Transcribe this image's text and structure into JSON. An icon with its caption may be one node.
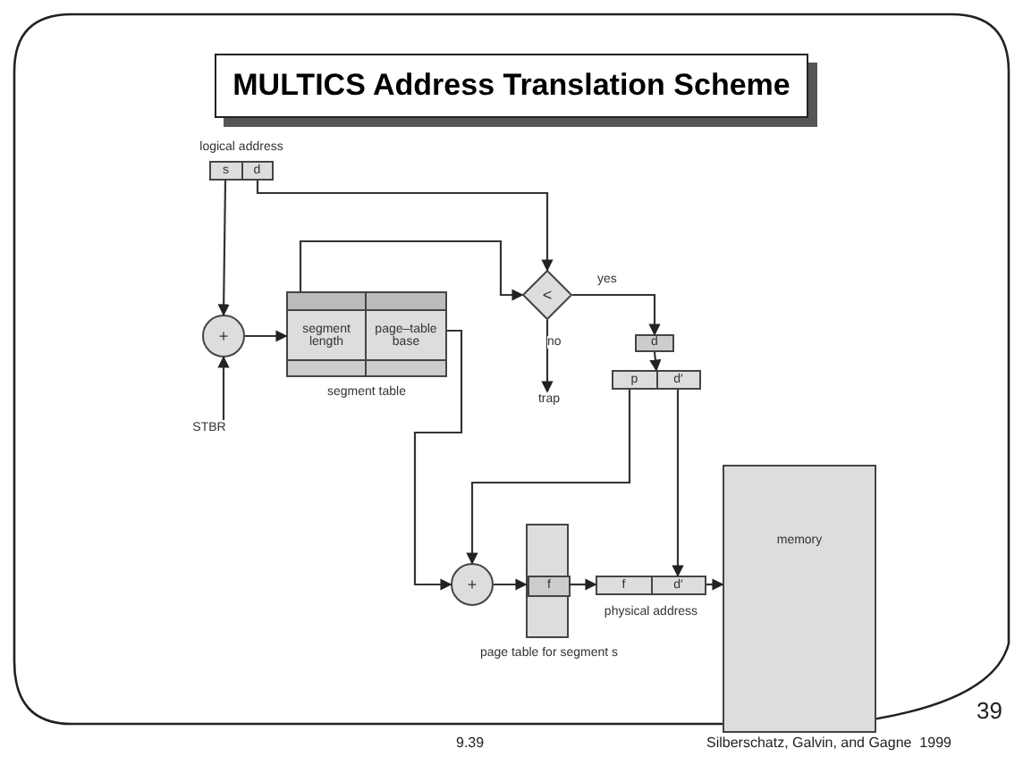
{
  "diagram": {
    "title": "MULTICS Address Translation Scheme",
    "nodes": [
      {
        "text": [
          "s",
          "d"
        ],
        "beside": [
          "logical address"
        ]
      },
      {
        "text": [
          "STBR"
        ]
      },
      {
        "text": [
          "+"
        ]
      },
      {
        "text": [
          "segment length",
          "page–table base"
        ],
        "beside": [
          "segment table"
        ]
      },
      {
        "text": [
          "<"
        ]
      },
      {
        "text": [
          "trap"
        ]
      },
      {
        "text": [
          "d"
        ]
      },
      {
        "text": [
          "p",
          "d′"
        ]
      },
      {
        "text": [
          "+"
        ]
      },
      {
        "text": [],
        "shape": "box",
        "beside": [
          "page table for segment s"
        ]
      },
      {
        "text": [
          "f"
        ],
        "in": 9
      },
      {
        "text": [
          "f",
          "d′"
        ],
        "beside": [
          "physical address"
        ]
      },
      {
        "text": [
          "memory"
        ]
      }
    ],
    "edges": [
      {
        "from": 0,
        "to": 2,
        "arrow": "to"
      },
      {
        "from": 1,
        "to": 2,
        "arrow": "to"
      },
      {
        "from": 2,
        "to": 3,
        "arrow": "to"
      },
      {
        "from": 0,
        "to": 4,
        "arrow": "to"
      },
      {
        "from": 3,
        "to": 4,
        "arrow": "to"
      },
      {
        "from": 4,
        "to": 5,
        "arrow": "to",
        "label": "no"
      },
      {
        "from": 4,
        "to": 6,
        "arrow": "to",
        "label": "yes"
      },
      {
        "from": 6,
        "to": 7,
        "arrow": "to"
      },
      {
        "from": 3,
        "to": 8,
        "arrow": "to"
      },
      {
        "from": 7,
        "to": 8,
        "arrow": "to"
      },
      {
        "from": 8,
        "to": 10,
        "arrow": "to"
      },
      {
        "from": 10,
        "to": 11,
        "arrow": "to"
      },
      {
        "from": 7,
        "to": 11,
        "arrow": "to"
      },
      {
        "from": 11,
        "to": 12,
        "arrow": "to"
      }
    ],
    "labels": [
      "9.39",
      "Silberschatz, Galvin, and Gagne  1999",
      "39"
    ]
  }
}
